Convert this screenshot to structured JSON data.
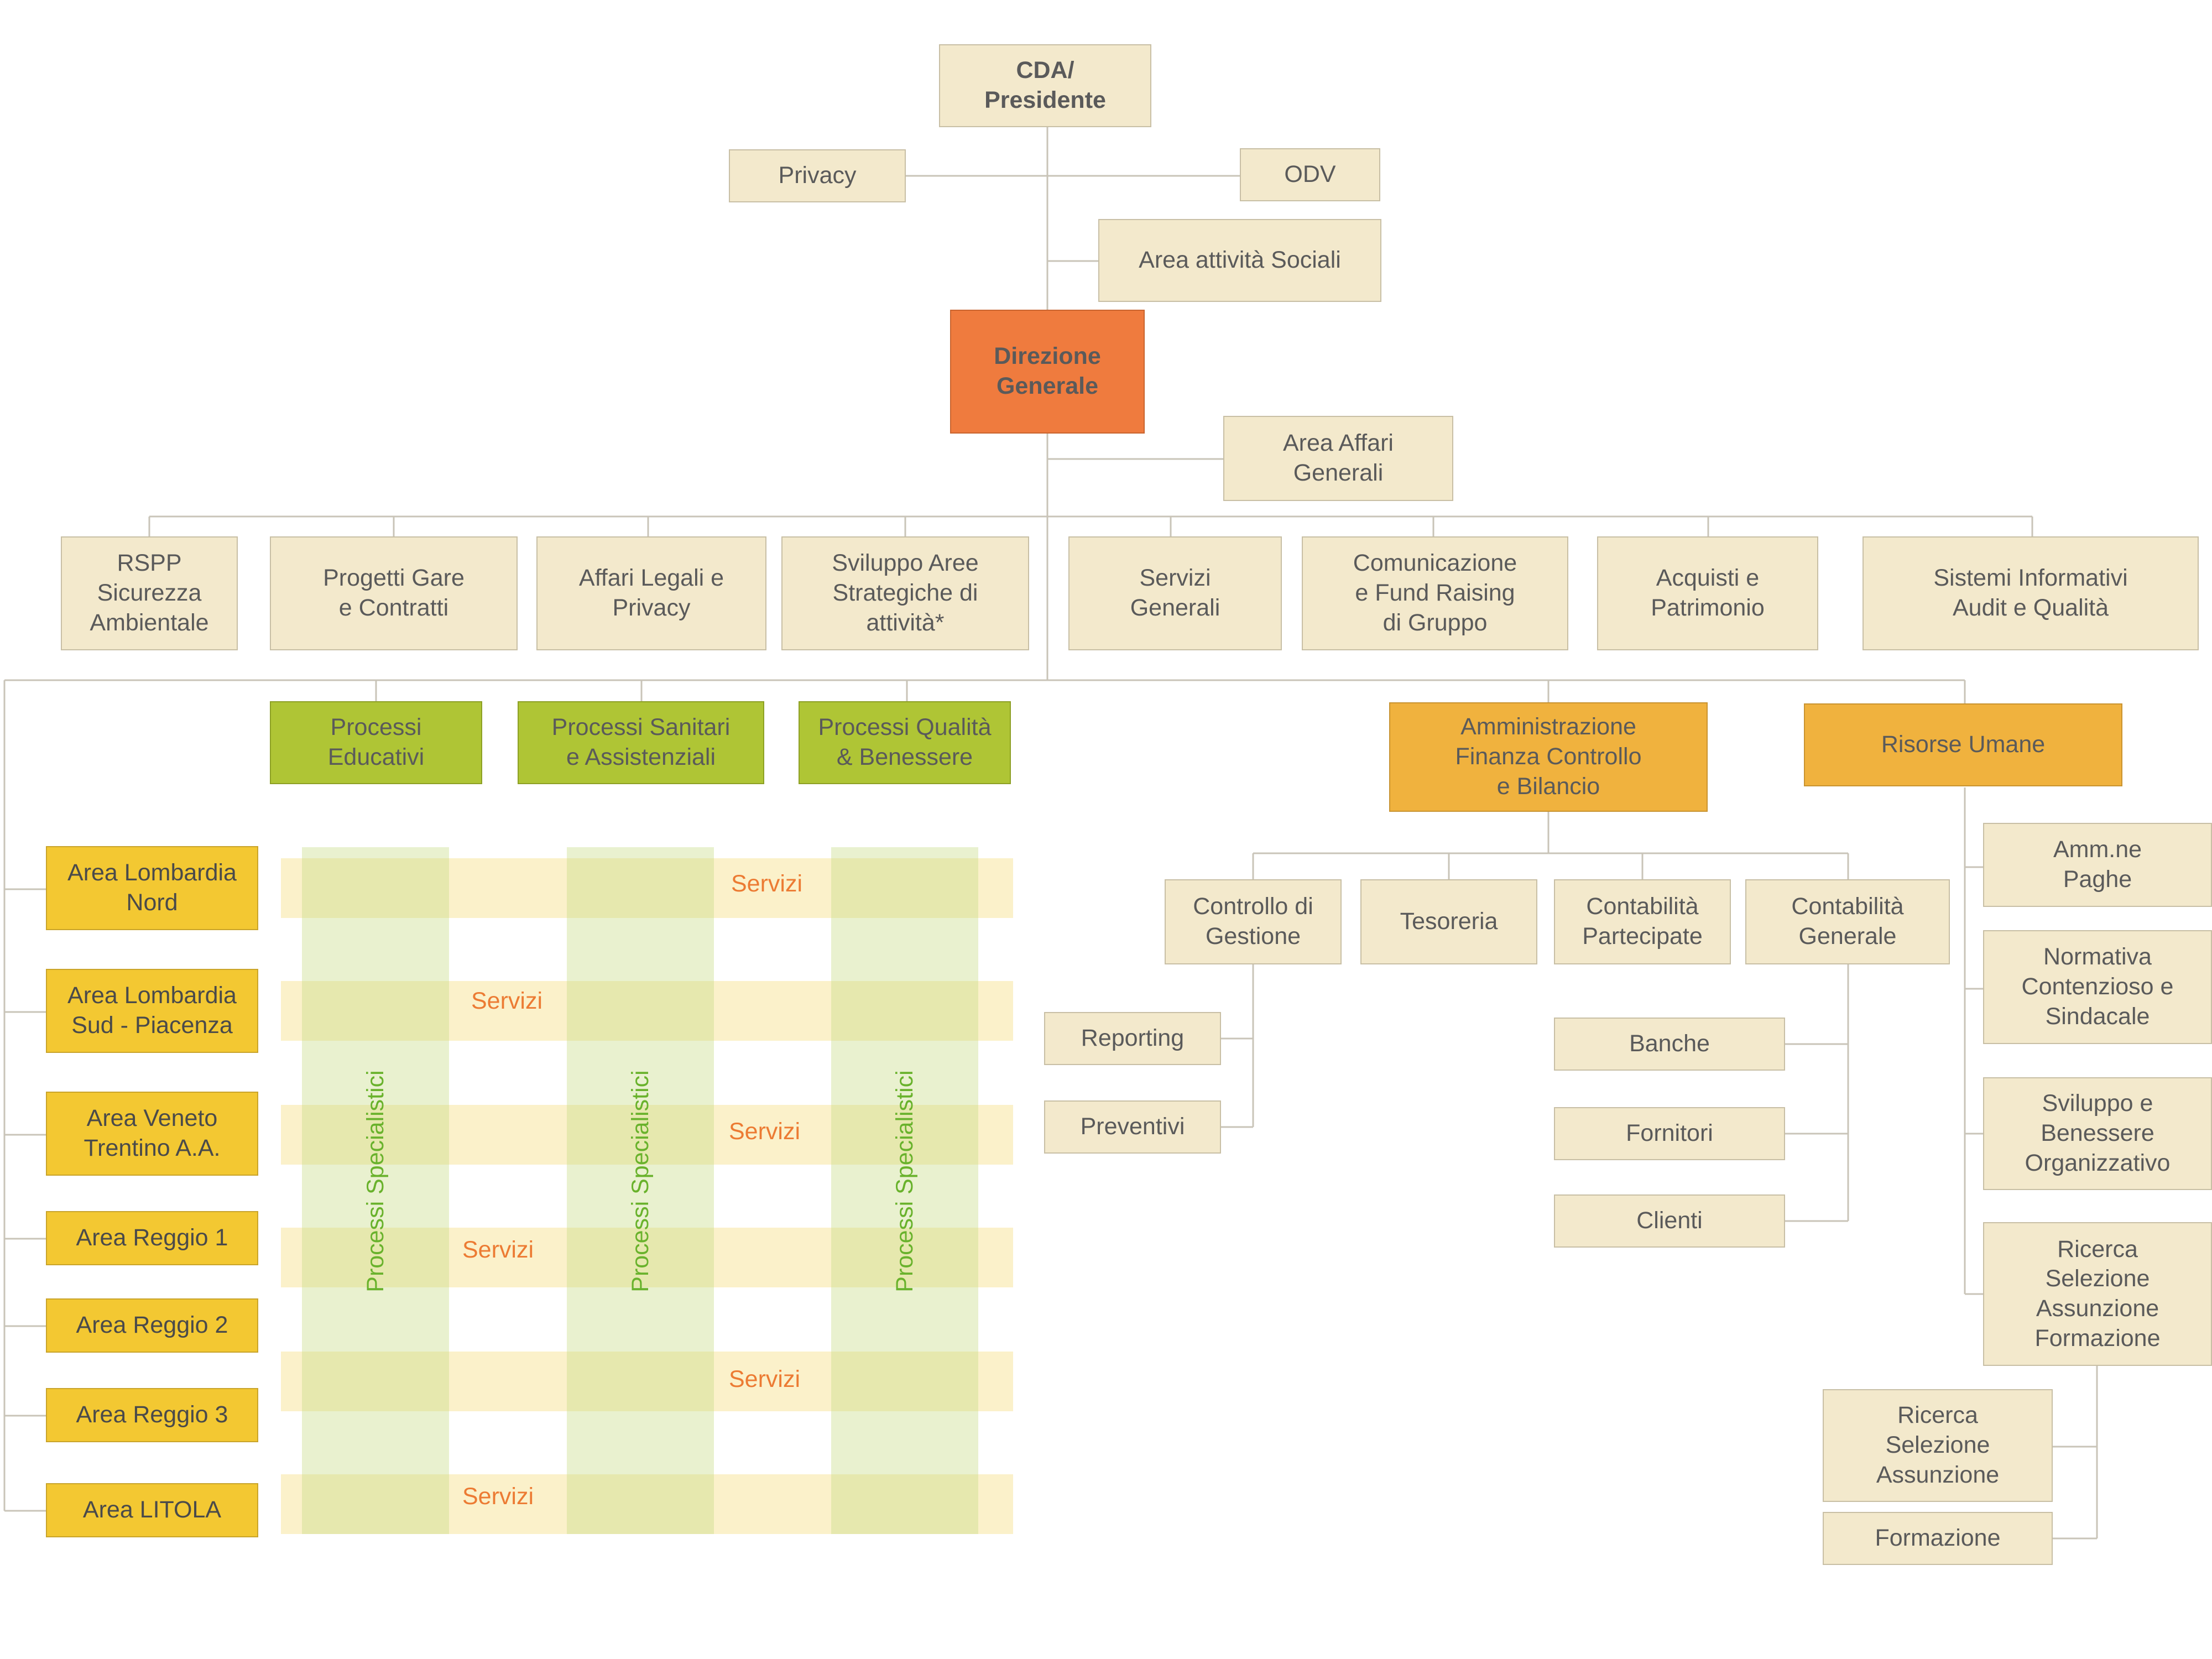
{
  "top": {
    "cda": "CDA/\nPresidente",
    "privacy": "Privacy",
    "odv": "ODV",
    "area_sociali": "Area attività Sociali",
    "direzione": "Direzione\nGenerale",
    "affari_generali": "Area Affari\nGenerali"
  },
  "staff_units": [
    "RSPP\nSicurezza\nAmbientale",
    "Progetti Gare\ne Contratti",
    "Affari Legali e\nPrivacy",
    "Sviluppo Aree\nStrategiche di\nattività*",
    "Servizi\nGenerali",
    "Comunicazione\ne Fund Raising\ndi Gruppo",
    "Acquisti e\nPatrimonio",
    "Sistemi Informativi\nAudit e Qualità"
  ],
  "processes": [
    "Processi\nEducativi",
    "Processi Sanitari\ne Assistenziali",
    "Processi Qualità\n& Benessere"
  ],
  "process_column_label": "Processi Specialistici",
  "areas": [
    "Area Lombardia\nNord",
    "Area Lombardia\nSud - Piacenza",
    "Area Veneto\nTrentino A.A.",
    "Area Reggio 1",
    "Area Reggio 2",
    "Area Reggio 3",
    "Area LITOLA"
  ],
  "servizi_label": "Servizi",
  "amministrazione": {
    "title": "Amministrazione\nFinanza Controllo\ne Bilancio",
    "controllo": "Controllo di\nGestione",
    "tesoreria": "Tesoreria",
    "partecipate": "Contabilità\nPartecipate",
    "generale": "Contabilità\nGenerale",
    "reporting": "Reporting",
    "preventivi": "Preventivi",
    "banche": "Banche",
    "fornitori": "Fornitori",
    "clienti": "Clienti"
  },
  "risorse": {
    "title": "Risorse Umane",
    "paghe": "Amm.ne\nPaghe",
    "normativa": "Normativa\nContenzioso e\nSindacale",
    "sviluppo": "Sviluppo e\nBenessere\nOrganizzativo",
    "ricerca_formazione": "Ricerca\nSelezione\nAssunzione\nFormazione",
    "ricerca": "Ricerca\nSelezione\nAssunzione",
    "formazione": "Formazione"
  },
  "colors": {
    "beige": "#f3e9cc",
    "orange": "#ef7b3e",
    "green": "#afc535",
    "amber": "#f0b23e",
    "yellow": "#f3c832",
    "servizi_text": "#ec7b33",
    "process_text": "#69b22c"
  }
}
